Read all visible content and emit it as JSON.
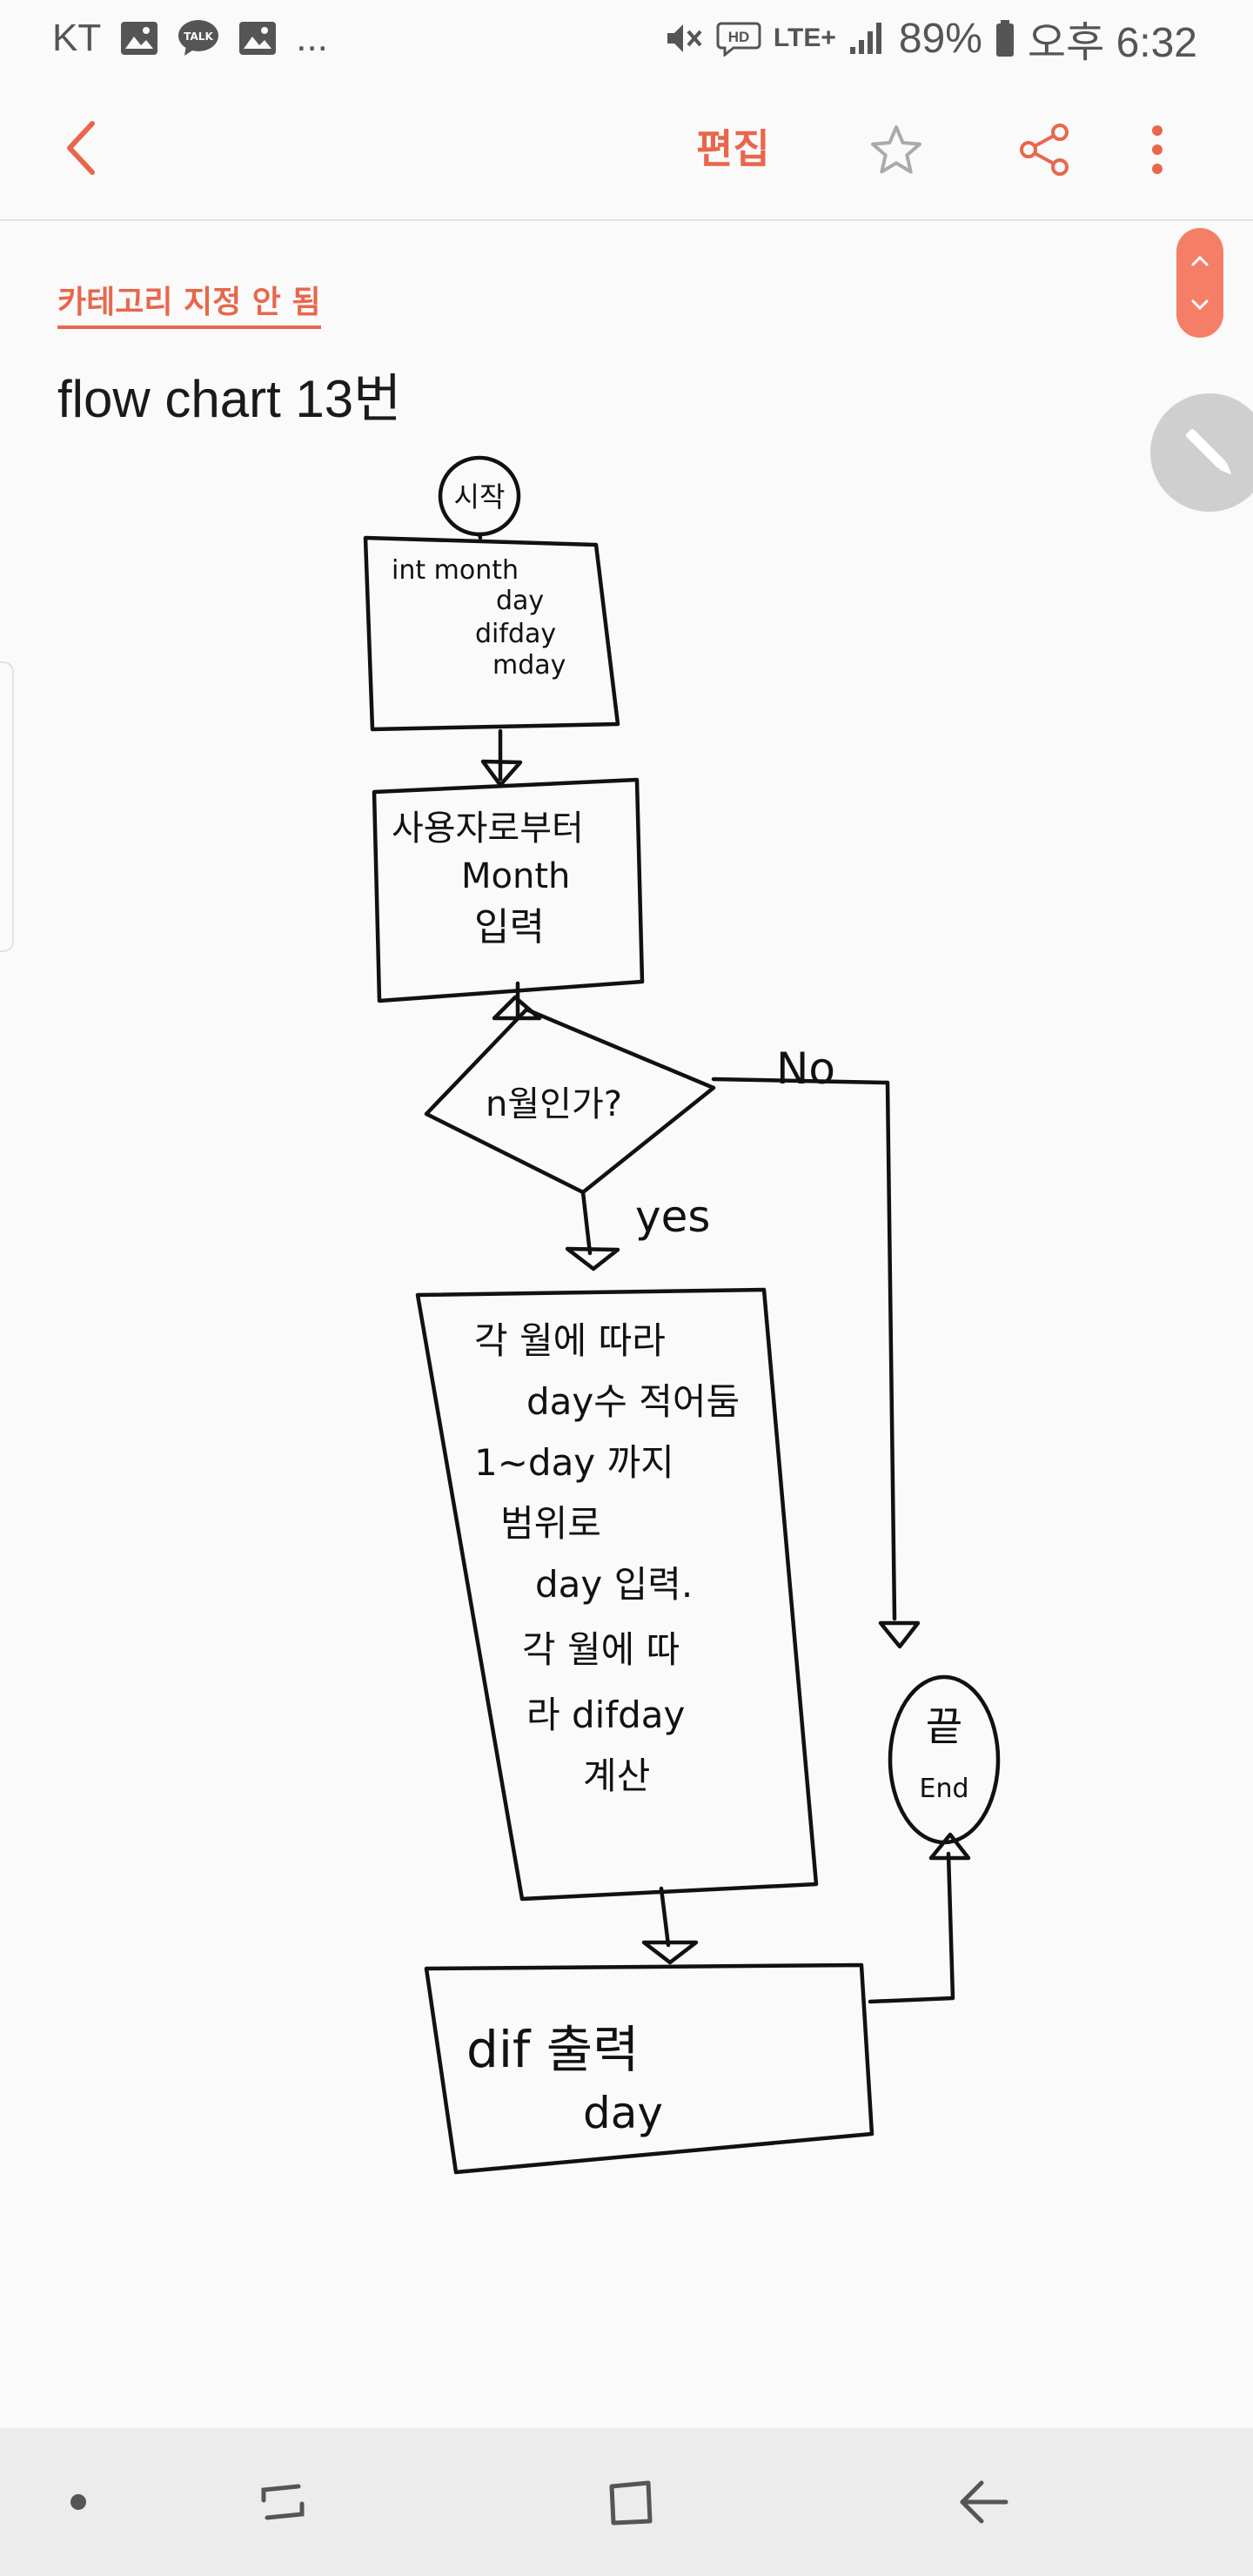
{
  "status_bar": {
    "carrier": "KT",
    "more_indicator": "...",
    "network": "LTE+",
    "battery": "89%",
    "time": "오후 6:32",
    "left_icons": [
      "image-icon",
      "kakaotalk-icon",
      "image-icon"
    ],
    "right_icons": [
      "mute-icon",
      "hd-voice-icon",
      "lte-icon",
      "signal-icon",
      "battery-icon"
    ],
    "talk_badge": "TALK"
  },
  "app_bar": {
    "edit_label": "편집",
    "icons": [
      "back-arrow-icon",
      "star-icon",
      "share-icon",
      "more-vert-icon"
    ]
  },
  "note": {
    "category": "카테고리 지정 안 됨",
    "title": "flow chart 13번"
  },
  "flowchart": {
    "start": "시작",
    "declare": [
      "int month",
      "day",
      "difday",
      "mday"
    ],
    "input_month": [
      "사용자로부터",
      "Month",
      "입력"
    ],
    "decision": "n월인가?",
    "yes_label": "yes",
    "no_label": "No",
    "process": [
      "각 월에 따라",
      "day수 적어둠",
      "1~day 까지",
      "범위로",
      "day 입력.",
      "각 월에 따",
      "라 difday",
      "계산"
    ],
    "output": [
      "dif 출력",
      "day"
    ],
    "end": [
      "끝",
      "End"
    ]
  },
  "navigation": {
    "icons": [
      "dot-icon",
      "recent-apps-icon",
      "home-icon",
      "back-icon"
    ]
  },
  "colors": {
    "accent": "#e8674c",
    "scroll_handle": "#f47f66",
    "ink": "#111111"
  }
}
